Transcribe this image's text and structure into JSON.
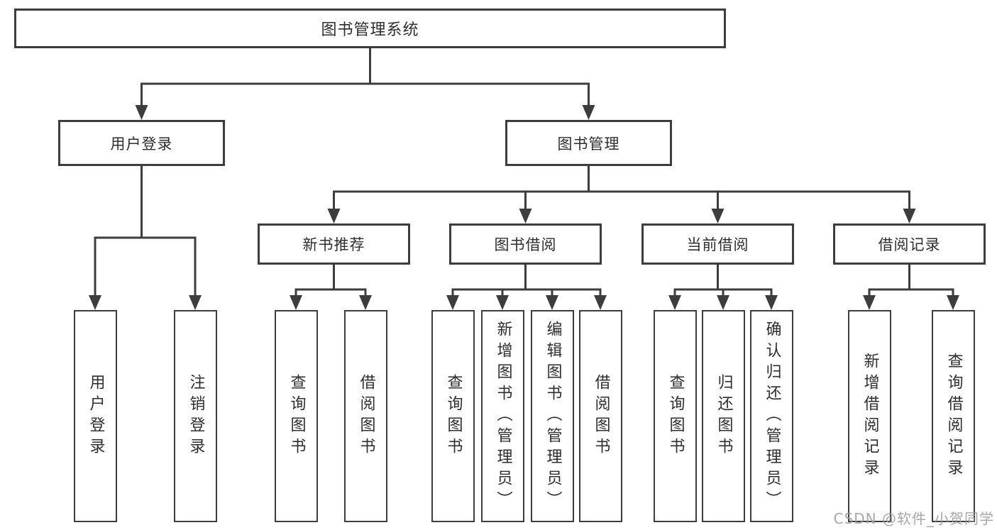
{
  "tree": {
    "root": {
      "label": "图书管理系统"
    },
    "level2": [
      {
        "label": "用户登录",
        "children": [
          {
            "label": "用户登录"
          },
          {
            "label": "注销登录"
          }
        ]
      },
      {
        "label": "图书管理",
        "children": [
          {
            "label": "新书推荐",
            "children": [
              {
                "label": "查询图书"
              },
              {
                "label": "借阅图书"
              }
            ]
          },
          {
            "label": "图书借阅",
            "children": [
              {
                "label": "查询图书"
              },
              {
                "label": "新增图书（管理员）"
              },
              {
                "label": "编辑图书（管理员）"
              },
              {
                "label": "借阅图书"
              }
            ]
          },
          {
            "label": "当前借阅",
            "children": [
              {
                "label": "查询图书"
              },
              {
                "label": "归还图书"
              },
              {
                "label": "确认归还（管理员）"
              }
            ]
          },
          {
            "label": "借阅记录",
            "children": [
              {
                "label": "新增借阅记录"
              },
              {
                "label": "查询借阅记录"
              }
            ]
          }
        ]
      }
    ]
  },
  "watermark": "CSDN @软件_小贺同学",
  "colors": {
    "line": "#3d3d3d",
    "text": "#2e2e2e",
    "watermark": "#9e9e9e",
    "background": "#ffffff"
  }
}
